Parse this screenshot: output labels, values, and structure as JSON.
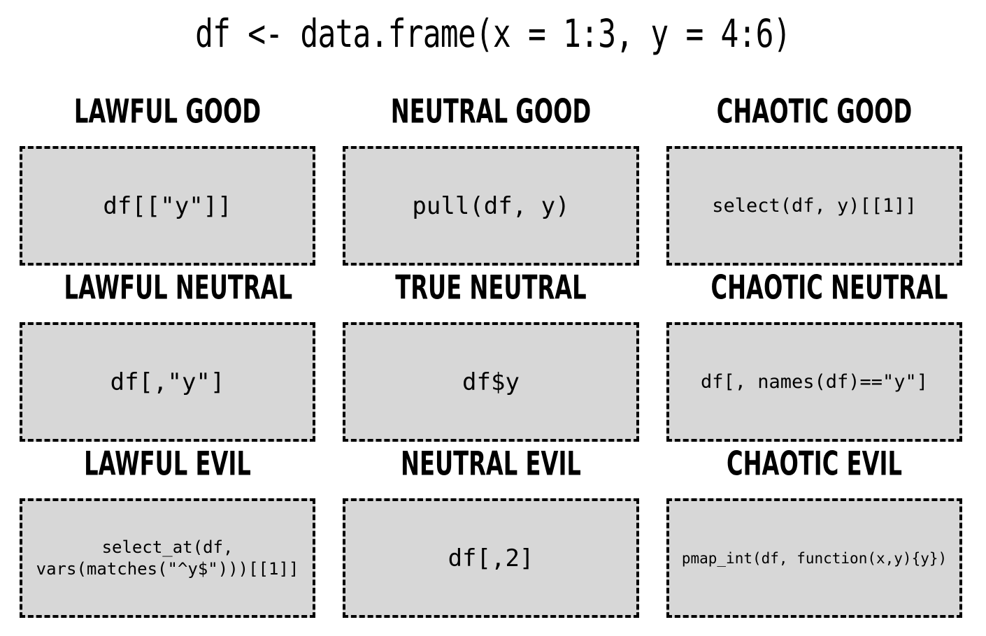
{
  "title": {
    "code": "df <- data.frame(x = 1:3, y = 4:6)"
  },
  "alignment_grid": {
    "columns": [
      "Lawful",
      "Neutral",
      "Chaotic"
    ],
    "rows": [
      "Good",
      "Neutral",
      "Evil"
    ],
    "cells": [
      {
        "heading": "LAWFUL GOOD",
        "code": "df[[\"y\"]]",
        "code_size": "md"
      },
      {
        "heading": "NEUTRAL GOOD",
        "code": "pull(df, y)",
        "code_size": "md"
      },
      {
        "heading": "CHAOTIC GOOD",
        "code": "select(df, y)[[1]]",
        "code_size": "sm"
      },
      {
        "heading": "LAWFUL NEUTRAL",
        "code": "df[,\"y\"]",
        "code_size": "md"
      },
      {
        "heading": "TRUE NEUTRAL",
        "code": "df$y",
        "code_size": "md"
      },
      {
        "heading": "CHAOTIC NEUTRAL",
        "code": "df[, names(df)==\"y\"]",
        "code_size": "sm"
      },
      {
        "heading": "LAWFUL EVIL",
        "code": "select_at(df,\nvars(matches(\"^y$\")))[[1]]",
        "code_size": "xs"
      },
      {
        "heading": "NEUTRAL EVIL",
        "code": "df[,2]",
        "code_size": "md"
      },
      {
        "heading": "CHAOTIC EVIL",
        "code": "pmap_int(df, function(x,y){y})",
        "code_size": "xxs"
      }
    ]
  },
  "colors": {
    "background": "#ffffff",
    "box_fill": "#d7d7d7",
    "border": "#000000",
    "text": "#000000"
  }
}
